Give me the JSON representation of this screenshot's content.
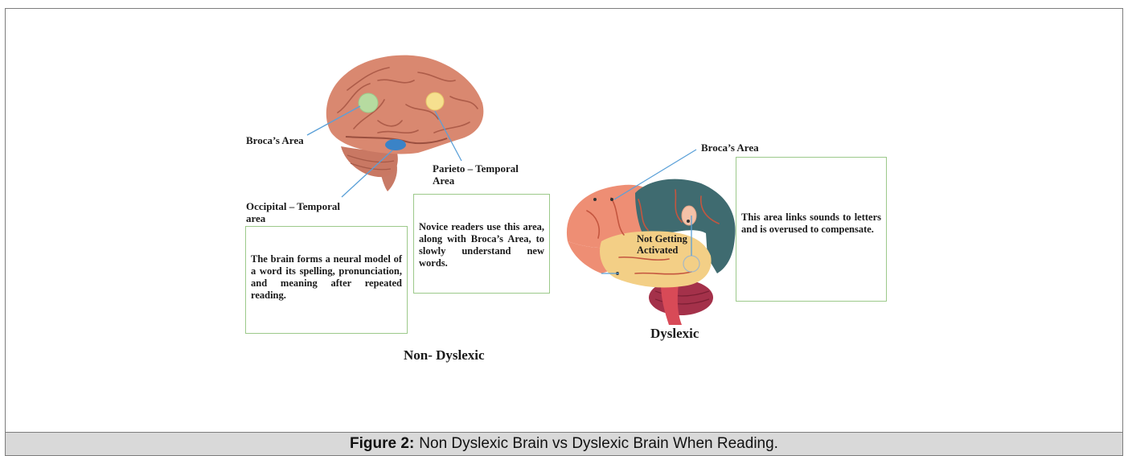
{
  "non_dyslexic": {
    "label_broca": "Broca’s Area",
    "label_parieto": "Parieto – Temporal Area",
    "label_occipital": "Occipital – Temporal area",
    "box_model": "The brain forms a neural model of a word its spelling, pronunciation, and meaning after repeated reading.",
    "box_novice": "Novice readers use this area, along with Broca’s Area, to slowly understand new words.",
    "title": "Non- Dyslexic"
  },
  "dyslexic": {
    "label_broca": "Broca’s Area",
    "label_not_active": "Not Getting Activated",
    "box_links": "This area links sounds to letters and is overused to compensate.",
    "title": "Dyslexic"
  },
  "caption": {
    "prefix": "Figure 2:",
    "text": "Non Dyslexic Brain vs Dyslexic Brain When Reading."
  },
  "colors": {
    "brain_realistic": "#d98870",
    "broca_marker": "#b6dba0",
    "parieto_marker": "#f6e08f",
    "occipital_marker": "#3a83c7",
    "box_border": "#9cc98a",
    "leader_line": "#5aa0d8"
  },
  "icons": [
    "realistic-brain-illustration",
    "dyslexic-brain-illustration"
  ]
}
